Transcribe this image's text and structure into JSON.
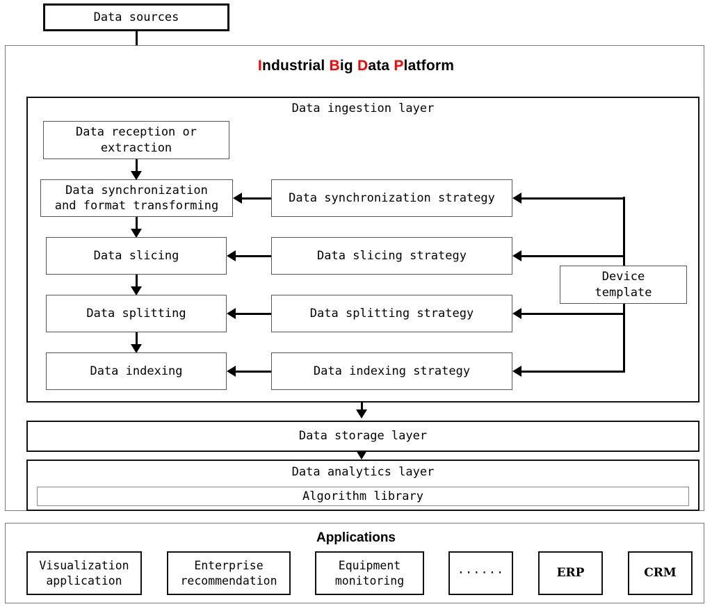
{
  "diagram": {
    "title_plain": "Industrial Big Data Platform",
    "source_box": {
      "label": "Data sources"
    },
    "platform": {
      "title_parts": [
        {
          "text": "I",
          "highlight": true
        },
        {
          "text": "ndustrial ",
          "highlight": false
        },
        {
          "text": "B",
          "highlight": true
        },
        {
          "text": "ig ",
          "highlight": false
        },
        {
          "text": "D",
          "highlight": true
        },
        {
          "text": "ata ",
          "highlight": false
        },
        {
          "text": "P",
          "highlight": true
        },
        {
          "text": "latform",
          "highlight": false
        }
      ],
      "accent_color": "#ff0000"
    },
    "ingestion_layer": {
      "label": "Data ingestion layer",
      "pipeline": [
        {
          "label": "Data reception or\nextraction"
        },
        {
          "label": "Data synchronization\nand format transforming"
        },
        {
          "label": "Data slicing"
        },
        {
          "label": "Data splitting"
        },
        {
          "label": "Data indexing"
        }
      ],
      "strategies": [
        {
          "label": "Data synchronization strategy"
        },
        {
          "label": "Data slicing strategy"
        },
        {
          "label": "Data splitting strategy"
        },
        {
          "label": "Data indexing strategy"
        }
      ],
      "device_template": {
        "label": "Device\ntemplate"
      }
    },
    "storage_layer": {
      "label": "Data storage layer"
    },
    "analytics_layer": {
      "label": "Data analytics layer",
      "algorithm_library": {
        "label": "Algorithm library"
      }
    },
    "applications": {
      "title": "Applications",
      "items": [
        {
          "label": "Visualization\napplication",
          "style": "mono"
        },
        {
          "label": "Enterprise\nrecommendation",
          "style": "mono"
        },
        {
          "label": "Equipment\nmonitoring",
          "style": "mono"
        },
        {
          "label": "······",
          "style": "dots"
        },
        {
          "label": "ERP",
          "style": "serif"
        },
        {
          "label": "CRM",
          "style": "serif"
        }
      ]
    }
  }
}
